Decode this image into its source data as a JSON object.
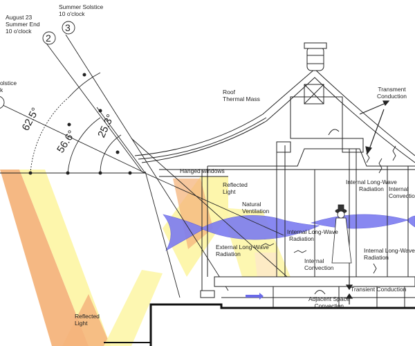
{
  "sun_labels": {
    "aug": {
      "line1": "August 23",
      "line2": "Summer End",
      "line3": "10 o'clock"
    },
    "summer": {
      "line1": "Summer Solstice",
      "line2": "10 o'clock"
    },
    "winter_partial": {
      "line1": "olstice",
      "line2": "k"
    }
  },
  "circle_numbers": {
    "n2": "2",
    "n3": "3"
  },
  "angles": {
    "a1": "62.5°",
    "a2": "56.6°",
    "a3": "25.3°"
  },
  "labels": {
    "roof_line1": "Roof",
    "roof_line2": "Thermal Mass",
    "transment_line1": "Transment",
    "transment_line2": "Conduction",
    "hanged_windows": "Hanged windows",
    "reflected_light_top_line1": "Reflected",
    "reflected_light_top_line2": "Light",
    "natural_vent_line1": "Natural",
    "natural_vent_line2": "Ventilation",
    "ilw_top_line1": "Internal Long-Wave",
    "ilw_top_line2": "Radiation",
    "internal_conv_top_line1": "Internal",
    "internal_conv_top_line2": "Convection",
    "ilw_mid_line1": "Internal Long-Wave",
    "ilw_mid_line2": "Radiation",
    "elw_line1": "External Long-Wave",
    "elw_line2": "Radiation",
    "internal_conv_mid_line1": "Internal",
    "internal_conv_mid_line2": "Convection",
    "ilw_right_line1": "Internal Long-Wave",
    "ilw_right_line2": "Radiation",
    "transient_conduction": "Transient Conduction",
    "adjacent_line1": "Adjacent Space",
    "adjacent_line2": "Convection",
    "reflected_light_bottom_line1": "Reflected",
    "reflected_light_bottom_line2": "Light"
  },
  "colors": {
    "sun_orange": "#f4b47c",
    "sun_yellow": "#fdf6a8",
    "ventilation_blue": "#7c7cf0",
    "line": "#222222"
  }
}
